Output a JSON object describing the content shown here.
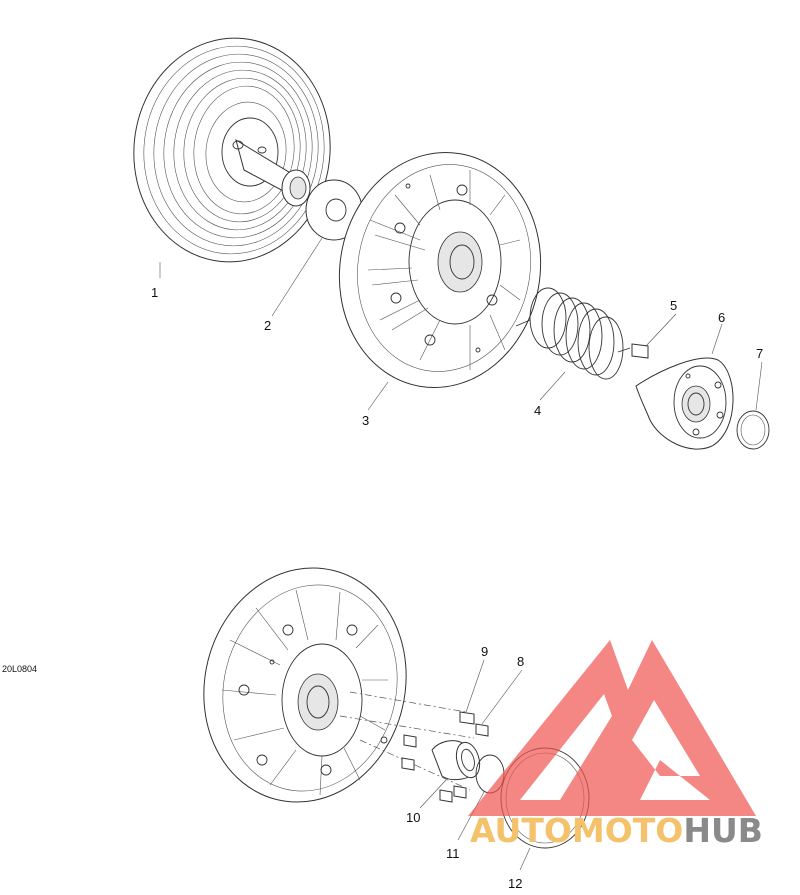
{
  "figure_code": "20L0804",
  "callouts": [
    "1",
    "2",
    "3",
    "4",
    "5",
    "6",
    "7",
    "8",
    "9",
    "10",
    "11",
    "12"
  ],
  "watermark": {
    "word_a": "AUTOMOTO",
    "word_b": "HUB",
    "color_a": "#f4c26b",
    "color_b": "#8a8a8a",
    "logo_color": "#ef5350"
  }
}
